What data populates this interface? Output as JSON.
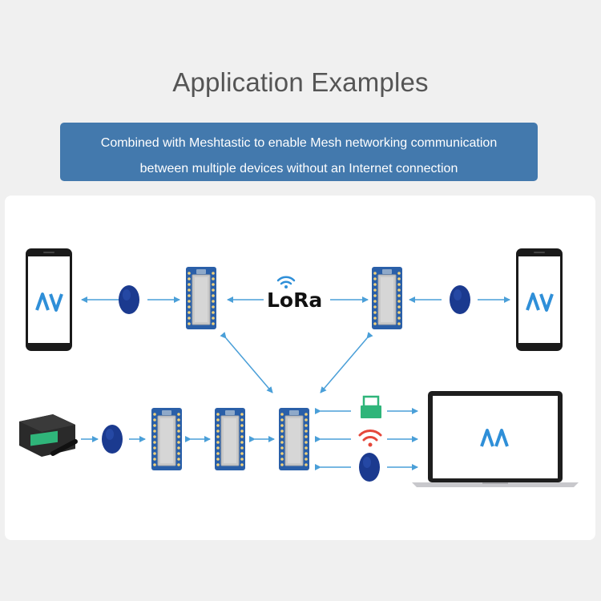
{
  "header": {
    "title": "Application Examples"
  },
  "banner": {
    "line1": "Combined with Meshtastic to enable Mesh networking communication",
    "line2": "between multiple devices without an Internet connection"
  },
  "diagram": {
    "radio_label": "LoRa",
    "colors": {
      "arrow": "#4a9fd8",
      "phone_body": "#1a1a1a",
      "meshtastic_logo": "#2f8fd8",
      "bluetooth_fob": "#1b3a8f",
      "usb_icon": "#2fb57a",
      "wifi_icon": "#e5473a",
      "board_pcb": "#2a5fa8",
      "board_shield": "#c8c8c8"
    },
    "icons": [
      "smartphone-icon",
      "bluetooth-fob-icon",
      "lora-board-icon",
      "wifi-icon",
      "usb-dongle-icon",
      "laptop-icon",
      "meshtastic-logo-icon",
      "relay-module-icon"
    ]
  }
}
